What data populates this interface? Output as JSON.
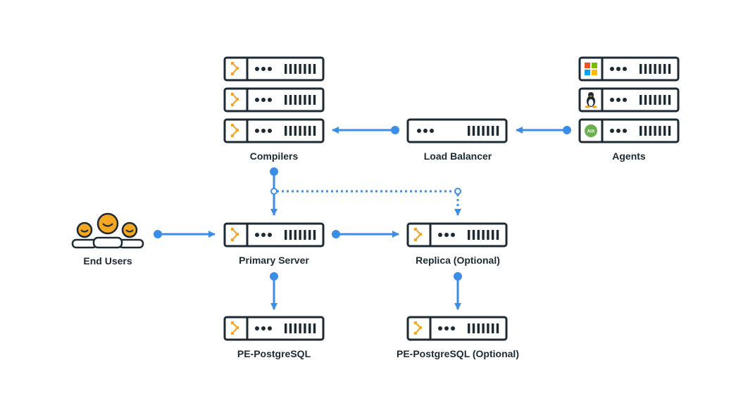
{
  "colors": {
    "edge": "#3b8ee6",
    "outline": "#1c2a33",
    "accent": "#f5a623",
    "face_fill": "#f5a623",
    "windows": [
      "#f25022",
      "#7fba00",
      "#00a4ef",
      "#ffb900"
    ],
    "aix": "#6ab04c"
  },
  "nodes": {
    "compilers": {
      "label": "Compilers",
      "icon": "puppet-icon",
      "count": 3
    },
    "load_balancer": {
      "label": "Load Balancer",
      "icon": "none"
    },
    "agents": {
      "label": "Agents",
      "icons": [
        "windows-icon",
        "linux-icon",
        "aix-icon"
      ]
    },
    "end_users": {
      "label": "End Users",
      "icon": "users-icon"
    },
    "primary_server": {
      "label": "Primary Server",
      "icon": "puppet-icon"
    },
    "replica": {
      "label": "Replica (Optional)",
      "icon": "puppet-icon"
    },
    "pe_postgresql": {
      "label": "PE-PostgreSQL",
      "icon": "puppet-icon"
    },
    "pe_postgresql_optional": {
      "label": "PE-PostgreSQL (Optional)",
      "icon": "puppet-icon"
    }
  },
  "aix_text": "AIX",
  "edges": [
    {
      "from": "agents",
      "to": "load_balancer",
      "style": "solid"
    },
    {
      "from": "load_balancer",
      "to": "compilers",
      "style": "solid"
    },
    {
      "from": "compilers",
      "to": "primary_server",
      "style": "solid"
    },
    {
      "from": "compilers",
      "to": "replica",
      "style": "dotted"
    },
    {
      "from": "end_users",
      "to": "primary_server",
      "style": "solid"
    },
    {
      "from": "primary_server",
      "to": "replica",
      "style": "solid"
    },
    {
      "from": "primary_server",
      "to": "pe_postgresql",
      "style": "solid"
    },
    {
      "from": "replica",
      "to": "pe_postgresql_optional",
      "style": "solid"
    }
  ]
}
